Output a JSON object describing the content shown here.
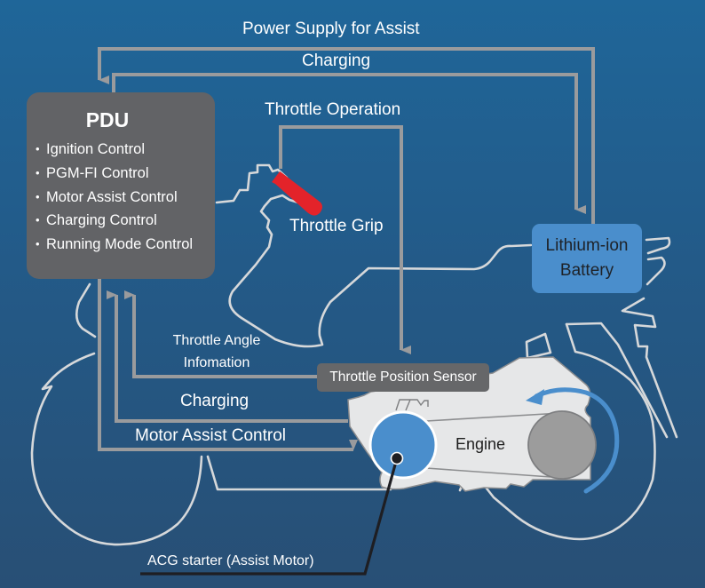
{
  "diagram": {
    "title": "Hybrid scooter power and control system",
    "colors": {
      "background_top": "#1f6699",
      "background_bottom": "#284f75",
      "arrow": "#9a9b9d",
      "outline": "#d6d8da",
      "pdu_box": "#626366",
      "battery_box": "#4a8ecc",
      "tps_box": "#666769",
      "engine_body": "#e6e7e8",
      "acg_motor": "#4a8ecc",
      "crank_pulley": "#9c9c9c",
      "throttle_grip": "#e3232a",
      "rotation_arrow": "#4a8ecc",
      "leader_line": "#1e1e22"
    },
    "flows": {
      "power_supply_for_assist": "Power Supply for Assist",
      "charging_top": "Charging",
      "throttle_operation": "Throttle Operation",
      "throttle_angle_line1": "Throttle Angle",
      "throttle_angle_line2": "Infomation",
      "charging_bottom": "Charging",
      "motor_assist_control": "Motor Assist Control"
    },
    "pdu": {
      "title": "PDU",
      "bullet": "•",
      "functions": [
        "Ignition Control",
        "PGM-FI Control",
        "Motor Assist Control",
        "Charging Control",
        "Running Mode Control"
      ]
    },
    "battery": {
      "line1": "Lithium-ion",
      "line2": "Battery"
    },
    "throttle_grip": {
      "label": "Throttle Grip"
    },
    "throttle_position_sensor": {
      "label": "Throttle Position Sensor"
    },
    "engine": {
      "label": "Engine"
    },
    "acg_starter": {
      "label": "ACG starter (Assist Motor)"
    },
    "icons": {
      "throttle_grip": "red-grip-bar",
      "rotation": "counterclockwise-arrow",
      "acg_motor": "blue-circle",
      "pulley": "gray-circle"
    }
  }
}
